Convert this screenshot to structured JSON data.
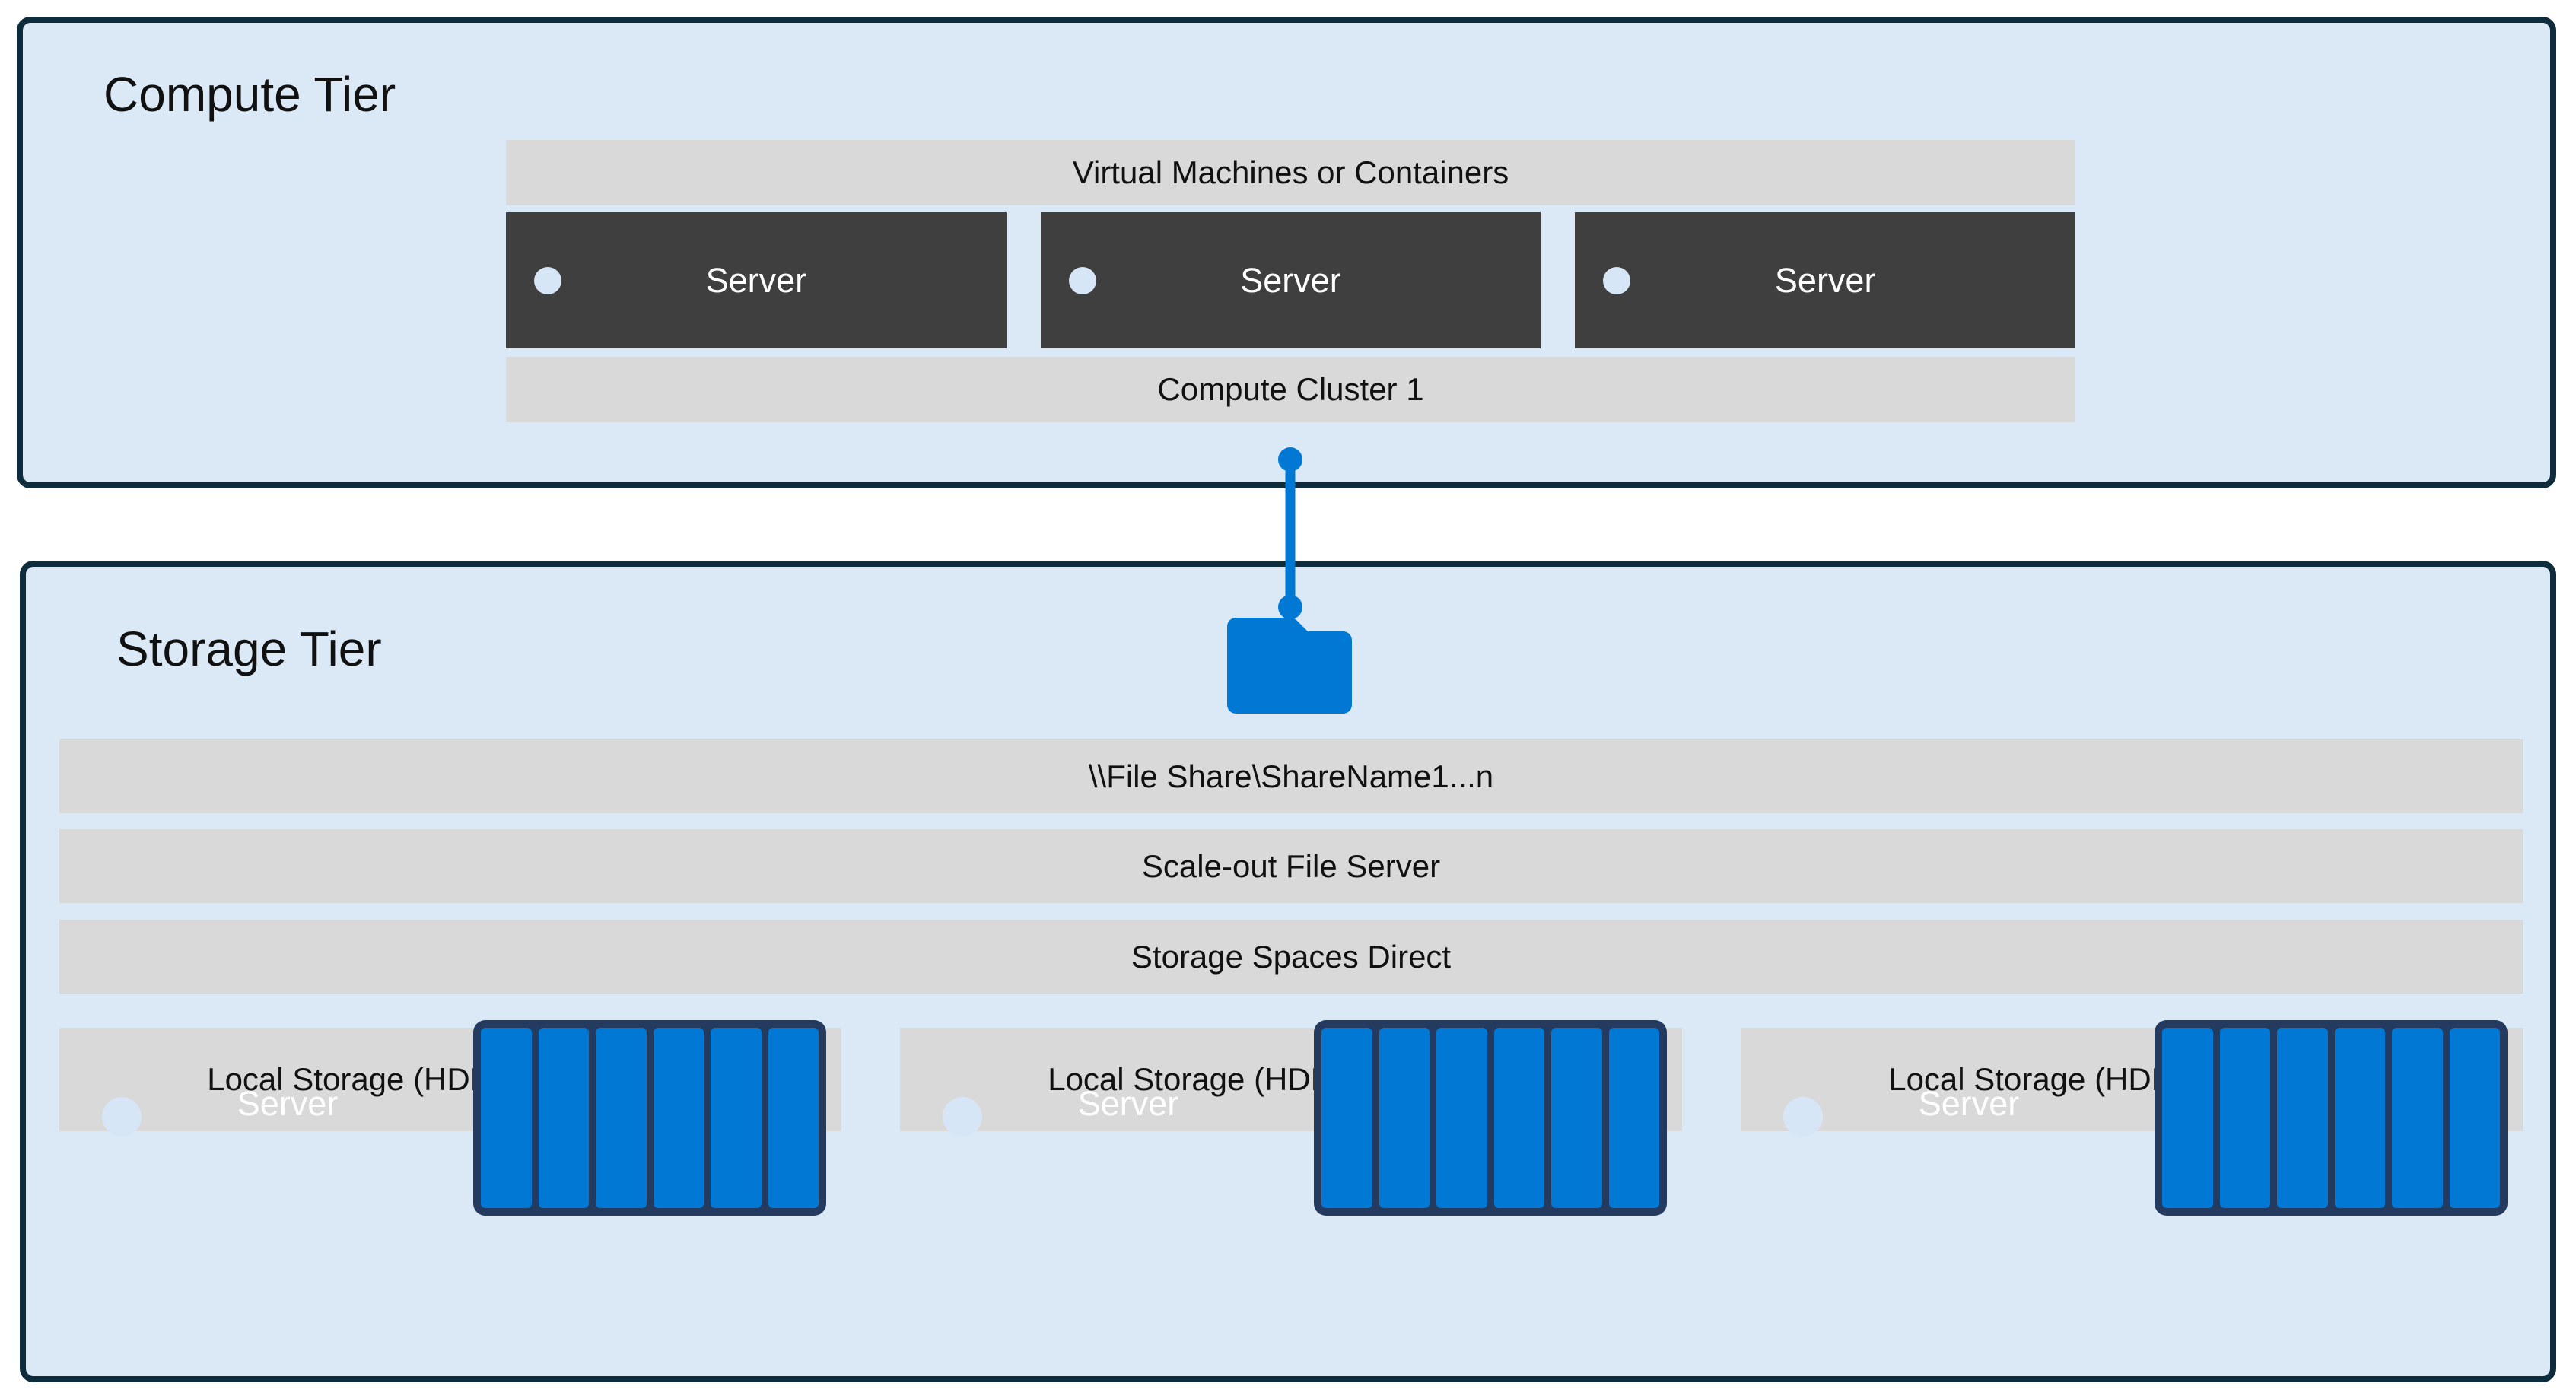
{
  "colors": {
    "accent_blue": "#0078d4",
    "tier_border": "#0e2c3c",
    "tier_fill": "#dbe9f7",
    "bar_fill": "#d9d9d9",
    "server_fill": "#3f3f3f",
    "disk_border": "#243a5e",
    "led_dot_fill": "#d7e6f6",
    "text_dark": "#111111",
    "text_light": "#ffffff"
  },
  "compute_tier": {
    "title": "Compute Tier",
    "vm_bar_label": "Virtual Machines or Containers",
    "servers": [
      {
        "label": "Server"
      },
      {
        "label": "Server"
      },
      {
        "label": "Server"
      }
    ],
    "cluster_bar_label": "Compute Cluster 1"
  },
  "connector": {
    "icon": "folder-icon",
    "links": "Compute Cluster 1 to file share"
  },
  "storage_tier": {
    "title": "Storage Tier",
    "file_share_bar_label": "\\\\File Share\\ShareName1...n",
    "scale_out_bar_label": "Scale-out File Server",
    "s2d_bar_label": "Storage Spaces Direct",
    "nodes": [
      {
        "label": "Server",
        "disk_count": 6,
        "local_storage_label": "Local Storage (HDD, SSD, NVMe)"
      },
      {
        "label": "Server",
        "disk_count": 6,
        "local_storage_label": "Local Storage (HDD, SSD, NVMe)"
      },
      {
        "label": "Server",
        "disk_count": 6,
        "local_storage_label": "Local Storage (HDD, SSD, NVMe)"
      }
    ]
  }
}
